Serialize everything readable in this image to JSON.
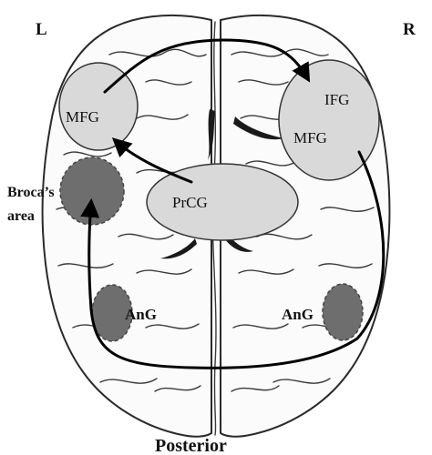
{
  "hemisphere_labels": {
    "left": "L",
    "right": "R"
  },
  "orientation_label": "Posterior",
  "regions": {
    "mfg_left": "MFG",
    "ifg_right": "IFG",
    "mfg_right": "MFG",
    "prcg": "PrCG",
    "broca_line1": "Broca’s",
    "broca_line2": "area",
    "ang_left": "AnG",
    "ang_right": "AnG"
  },
  "colors": {
    "light_region": "#d9d9d9",
    "dark_region": "#6e6e6e",
    "brain_outline": "#2a2a2a",
    "arrow": "#000000"
  }
}
